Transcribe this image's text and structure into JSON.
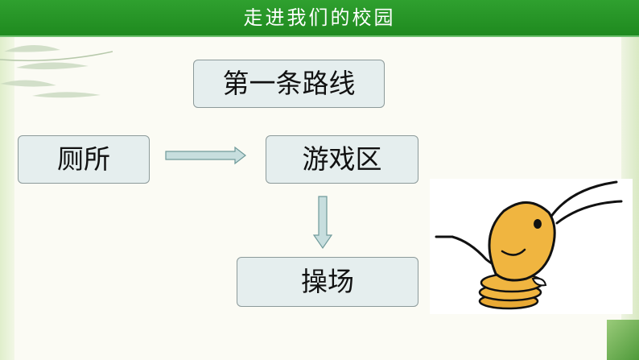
{
  "header": {
    "title": "走进我们的校园"
  },
  "diagram": {
    "route_title": "第一条路线",
    "nodes": {
      "toilet": "厕所",
      "play_area": "游戏区",
      "playground": "操场"
    },
    "flow": [
      "厕所",
      "游戏区",
      "操场"
    ]
  },
  "colors": {
    "header_green": "#2a9a2a",
    "box_fill": "#e5eeee",
    "box_border": "#8c9a9a",
    "arrow_fill": "#c7dede",
    "arrow_stroke": "#6f9a9a",
    "mascot_body": "#f0b540"
  },
  "icons": {
    "mascot": "cartoon-shrimp-mascot-icon",
    "decor": "bamboo-leaves-icon"
  }
}
